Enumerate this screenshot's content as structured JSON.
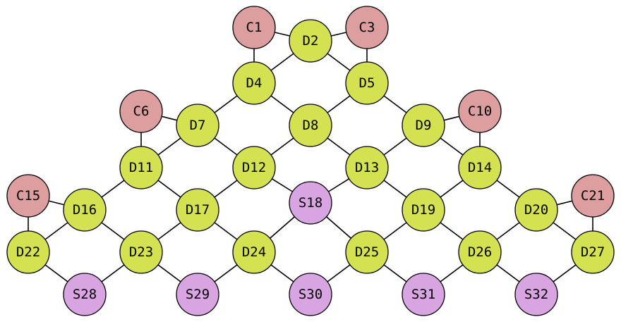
{
  "colors": {
    "C": "#dc9e9e",
    "D": "#d4e251",
    "S": "#d9a4e2",
    "edge": "#000000"
  },
  "nodes": [
    {
      "id": "C1",
      "type": "C"
    },
    {
      "id": "D2",
      "type": "D"
    },
    {
      "id": "C3",
      "type": "C"
    },
    {
      "id": "D4",
      "type": "D"
    },
    {
      "id": "D5",
      "type": "D"
    },
    {
      "id": "C6",
      "type": "C"
    },
    {
      "id": "D7",
      "type": "D"
    },
    {
      "id": "D8",
      "type": "D"
    },
    {
      "id": "D9",
      "type": "D"
    },
    {
      "id": "C10",
      "type": "C"
    },
    {
      "id": "D11",
      "type": "D"
    },
    {
      "id": "D12",
      "type": "D"
    },
    {
      "id": "D13",
      "type": "D"
    },
    {
      "id": "D14",
      "type": "D"
    },
    {
      "id": "C15",
      "type": "C"
    },
    {
      "id": "D16",
      "type": "D"
    },
    {
      "id": "D17",
      "type": "D"
    },
    {
      "id": "S18",
      "type": "S"
    },
    {
      "id": "D19",
      "type": "D"
    },
    {
      "id": "D20",
      "type": "D"
    },
    {
      "id": "C21",
      "type": "C"
    },
    {
      "id": "D22",
      "type": "D"
    },
    {
      "id": "D23",
      "type": "D"
    },
    {
      "id": "D24",
      "type": "D"
    },
    {
      "id": "D25",
      "type": "D"
    },
    {
      "id": "D26",
      "type": "D"
    },
    {
      "id": "D27",
      "type": "D"
    },
    {
      "id": "S28",
      "type": "S"
    },
    {
      "id": "S29",
      "type": "S"
    },
    {
      "id": "S30",
      "type": "S"
    },
    {
      "id": "S31",
      "type": "S"
    },
    {
      "id": "S32",
      "type": "S"
    }
  ],
  "edges": [
    [
      "C1",
      "D2"
    ],
    [
      "C1",
      "D4"
    ],
    [
      "D2",
      "C3"
    ],
    [
      "D2",
      "D4"
    ],
    [
      "D2",
      "D5"
    ],
    [
      "C3",
      "D5"
    ],
    [
      "D4",
      "D7"
    ],
    [
      "D4",
      "D8"
    ],
    [
      "D5",
      "D8"
    ],
    [
      "D5",
      "D9"
    ],
    [
      "C6",
      "D7"
    ],
    [
      "C6",
      "D11"
    ],
    [
      "D7",
      "D11"
    ],
    [
      "D7",
      "D12"
    ],
    [
      "D8",
      "D12"
    ],
    [
      "D8",
      "D13"
    ],
    [
      "D9",
      "D13"
    ],
    [
      "D9",
      "C10"
    ],
    [
      "D9",
      "D14"
    ],
    [
      "C10",
      "D14"
    ],
    [
      "D11",
      "D16"
    ],
    [
      "D11",
      "D17"
    ],
    [
      "D12",
      "D17"
    ],
    [
      "D12",
      "S18"
    ],
    [
      "D13",
      "S18"
    ],
    [
      "D13",
      "D19"
    ],
    [
      "D14",
      "D19"
    ],
    [
      "D14",
      "D20"
    ],
    [
      "C15",
      "D16"
    ],
    [
      "C15",
      "D22"
    ],
    [
      "D16",
      "D22"
    ],
    [
      "D16",
      "D23"
    ],
    [
      "D17",
      "D23"
    ],
    [
      "D17",
      "D24"
    ],
    [
      "S18",
      "D24"
    ],
    [
      "S18",
      "D25"
    ],
    [
      "D19",
      "D25"
    ],
    [
      "D19",
      "D26"
    ],
    [
      "D20",
      "D26"
    ],
    [
      "D20",
      "C21"
    ],
    [
      "D20",
      "D27"
    ],
    [
      "C21",
      "D27"
    ],
    [
      "D22",
      "S28"
    ],
    [
      "D23",
      "S28"
    ],
    [
      "D23",
      "S29"
    ],
    [
      "D24",
      "S29"
    ],
    [
      "D24",
      "S30"
    ],
    [
      "D25",
      "S30"
    ],
    [
      "D25",
      "S31"
    ],
    [
      "D26",
      "S31"
    ],
    [
      "D26",
      "S32"
    ],
    [
      "D27",
      "S32"
    ]
  ]
}
